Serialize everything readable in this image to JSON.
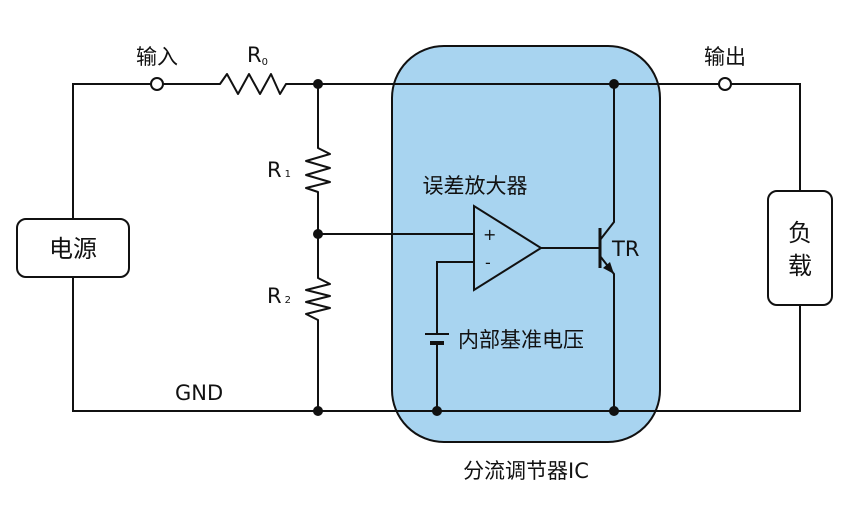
{
  "labels": {
    "input": "输入",
    "output": "输出",
    "r0_main": "R",
    "r0_sub": "0",
    "r1_main": "R",
    "r1_sub": "1",
    "r2_main": "R",
    "r2_sub": "2",
    "error_amp": "误差放大器",
    "plus": "+",
    "minus": "-",
    "transistor": "TR",
    "reference": "内部基准电压",
    "gnd": "GND",
    "power_source": "电源",
    "load_line1": "负",
    "load_line2": "载",
    "ic_name": "分流调节器IC"
  },
  "colors": {
    "ic_fill": "#a8d4f0",
    "ic_stroke": "#111111",
    "wire": "#111111",
    "background": "#ffffff"
  }
}
